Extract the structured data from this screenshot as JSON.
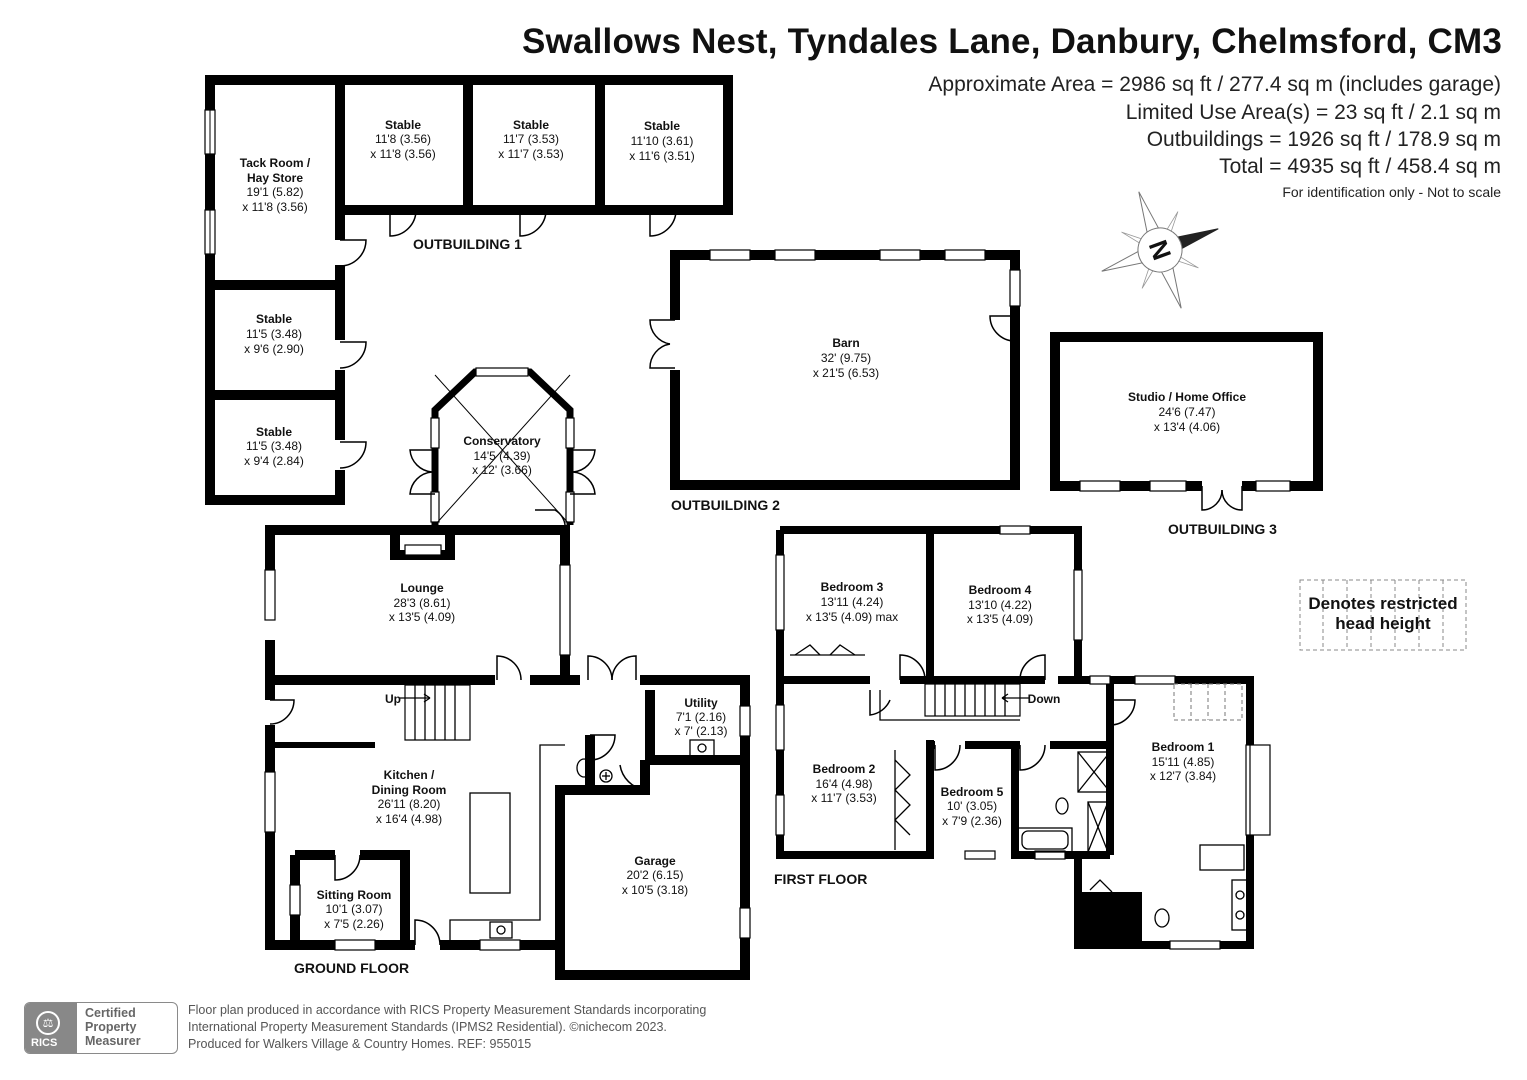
{
  "header": {
    "title": "Swallows Nest, Tyndales Lane, Danbury, Chelmsford, CM3",
    "areas": [
      "Approximate Area = 2986 sq ft / 277.4 sq m (includes garage)",
      "Limited Use Area(s) = 23 sq ft / 2.1 sq m",
      "Outbuildings = 1926 sq ft / 178.9 sq m",
      "Total = 4935 sq ft / 458.4 sq m"
    ],
    "note": "For identification only - Not to scale"
  },
  "compass": {
    "letter": "N",
    "icon": "compass-icon"
  },
  "sections": {
    "outbuilding1": "OUTBUILDING 1",
    "outbuilding2": "OUTBUILDING 2",
    "outbuilding3": "OUTBUILDING 3",
    "ground_floor": "GROUND FLOOR",
    "first_floor": "FIRST FLOOR"
  },
  "rooms": {
    "tack_room": {
      "name": [
        "Tack Room /",
        "Hay Store"
      ],
      "dims": [
        "19'1 (5.82)",
        "x 11'8 (3.56)"
      ]
    },
    "stable_a": {
      "name": [
        "Stable"
      ],
      "dims": [
        "11'8 (3.56)",
        "x 11'8 (3.56)"
      ]
    },
    "stable_b": {
      "name": [
        "Stable"
      ],
      "dims": [
        "11'7 (3.53)",
        "x 11'7 (3.53)"
      ]
    },
    "stable_c": {
      "name": [
        "Stable"
      ],
      "dims": [
        "11'10 (3.61)",
        "x 11'6 (3.51)"
      ]
    },
    "stable_d": {
      "name": [
        "Stable"
      ],
      "dims": [
        "11'5 (3.48)",
        "x 9'6 (2.90)"
      ]
    },
    "stable_e": {
      "name": [
        "Stable"
      ],
      "dims": [
        "11'5 (3.48)",
        "x 9'4 (2.84)"
      ]
    },
    "barn": {
      "name": [
        "Barn"
      ],
      "dims": [
        "32' (9.75)",
        "x 21'5 (6.53)"
      ]
    },
    "studio": {
      "name": [
        "Studio / Home Office"
      ],
      "dims": [
        "24'6 (7.47)",
        "x 13'4 (4.06)"
      ]
    },
    "conservatory": {
      "name": [
        "Conservatory"
      ],
      "dims": [
        "14'5 (4.39)",
        "x 12' (3.66)"
      ]
    },
    "lounge": {
      "name": [
        "Lounge"
      ],
      "dims": [
        "28'3 (8.61)",
        "x 13'5 (4.09)"
      ]
    },
    "kitchen": {
      "name": [
        "Kitchen /",
        "Dining Room"
      ],
      "dims": [
        "26'11 (8.20)",
        "x 16'4 (4.98)"
      ]
    },
    "utility": {
      "name": [
        "Utility"
      ],
      "dims": [
        "7'1 (2.16)",
        "x 7' (2.13)"
      ]
    },
    "sitting": {
      "name": [
        "Sitting Room"
      ],
      "dims": [
        "10'1 (3.07)",
        "x 7'5 (2.26)"
      ]
    },
    "garage": {
      "name": [
        "Garage"
      ],
      "dims": [
        "20'2 (6.15)",
        "x 10'5 (3.18)"
      ]
    },
    "bed3": {
      "name": [
        "Bedroom 3"
      ],
      "dims": [
        "13'11 (4.24)",
        "x 13'5 (4.09) max"
      ]
    },
    "bed4": {
      "name": [
        "Bedroom 4"
      ],
      "dims": [
        "13'10 (4.22)",
        "x 13'5 (4.09)"
      ]
    },
    "bed2": {
      "name": [
        "Bedroom 2"
      ],
      "dims": [
        "16'4 (4.98)",
        "x 11'7 (3.53)"
      ]
    },
    "bed5": {
      "name": [
        "Bedroom 5"
      ],
      "dims": [
        "10' (3.05)",
        "x 7'9 (2.36)"
      ]
    },
    "bed1": {
      "name": [
        "Bedroom 1"
      ],
      "dims": [
        "15'11 (4.85)",
        "x 12'7 (3.84)"
      ]
    }
  },
  "stairs": {
    "up": "Up",
    "down": "Down"
  },
  "legend": {
    "restricted_line1": "Denotes restricted",
    "restricted_line2": "head height"
  },
  "footer": {
    "line1": "Floor plan produced in accordance with RICS Property Measurement Standards incorporating",
    "line2": "International Property Measurement Standards (IPMS2 Residential).  ©nichecom 2023.",
    "line3": "Produced for Walkers Village & Country Homes.   REF:  955015"
  },
  "badge": {
    "abbr": "RICS",
    "line1": "Certified",
    "line2": "Property",
    "line3": "Measurer"
  }
}
